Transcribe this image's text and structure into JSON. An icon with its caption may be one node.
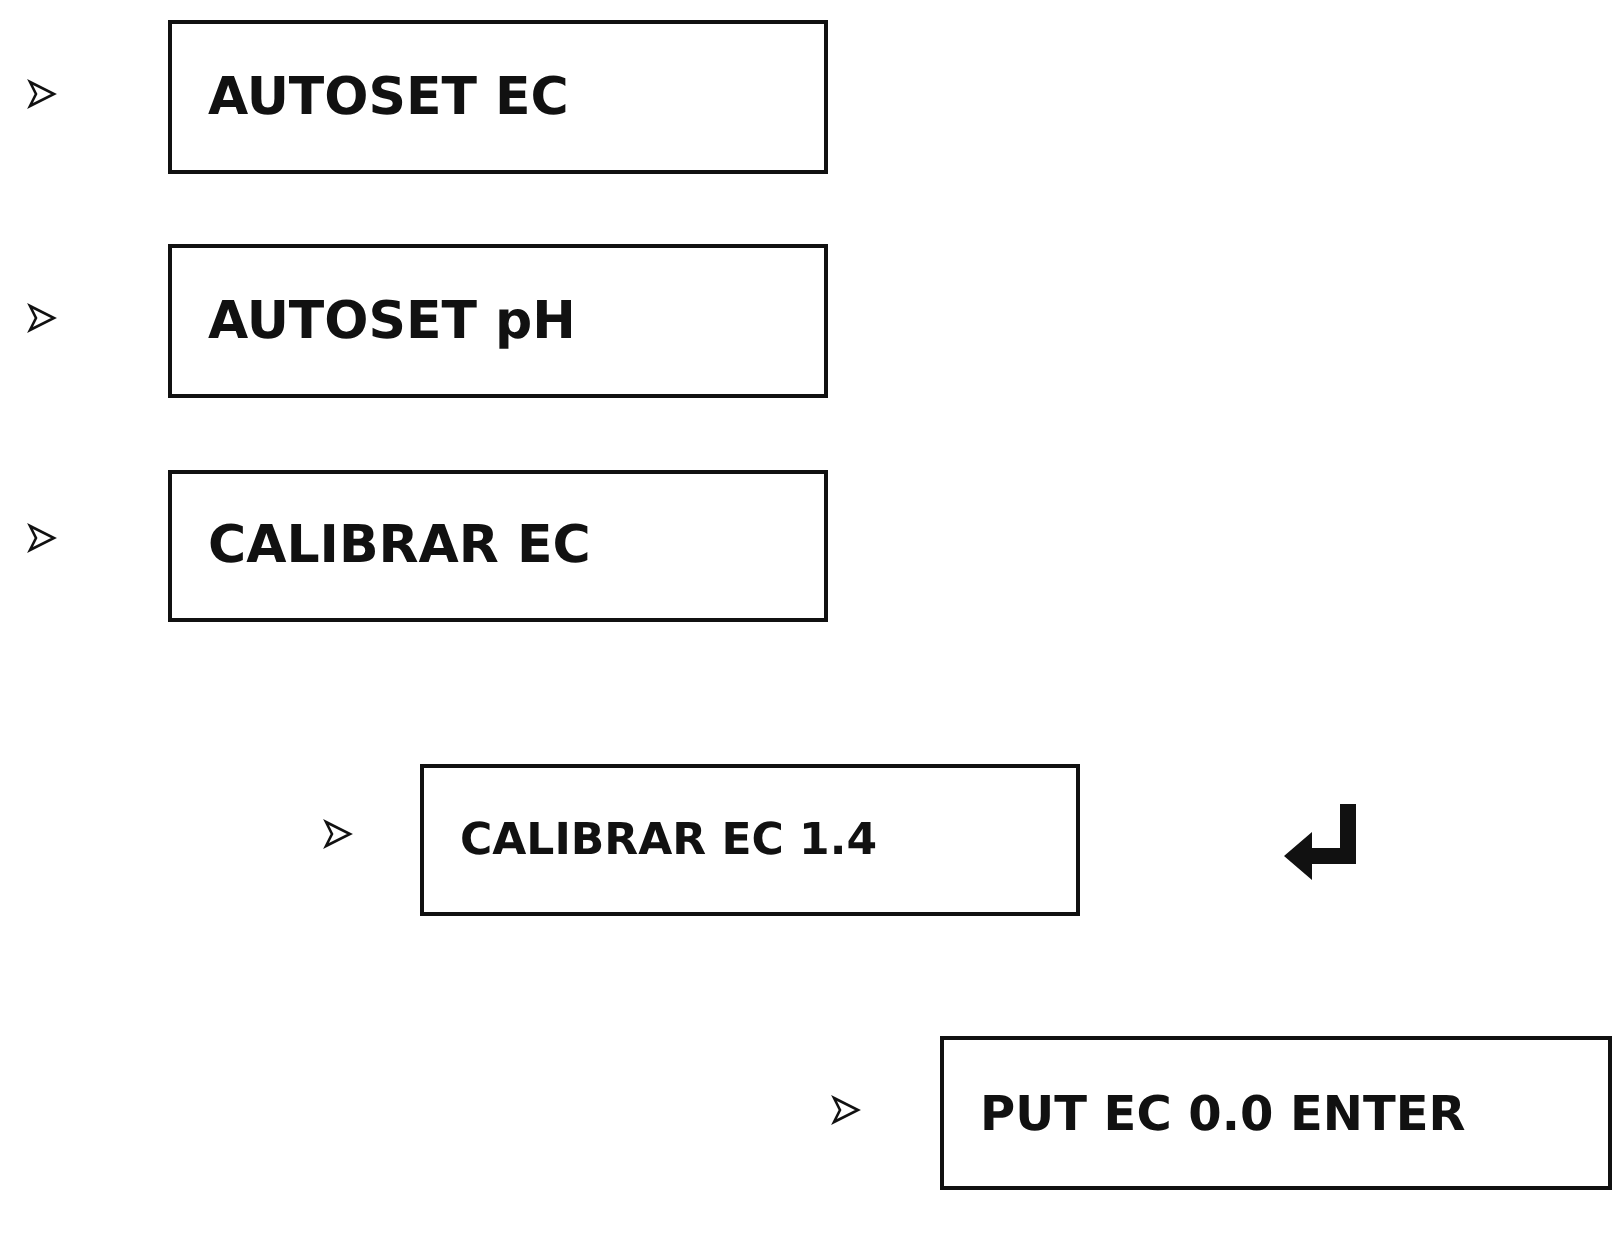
{
  "diagram": {
    "nodes": [
      {
        "text": [
          "AUTOSET EC"
        ]
      },
      {
        "text": [
          "AUTOSET pH"
        ]
      },
      {
        "text": [
          "CALIBRAR EC"
        ]
      },
      {
        "text": [
          "CALIBRAR EC 1.4"
        ]
      },
      {
        "text": [
          "PUT EC 0.0 ENTER"
        ]
      }
    ]
  }
}
